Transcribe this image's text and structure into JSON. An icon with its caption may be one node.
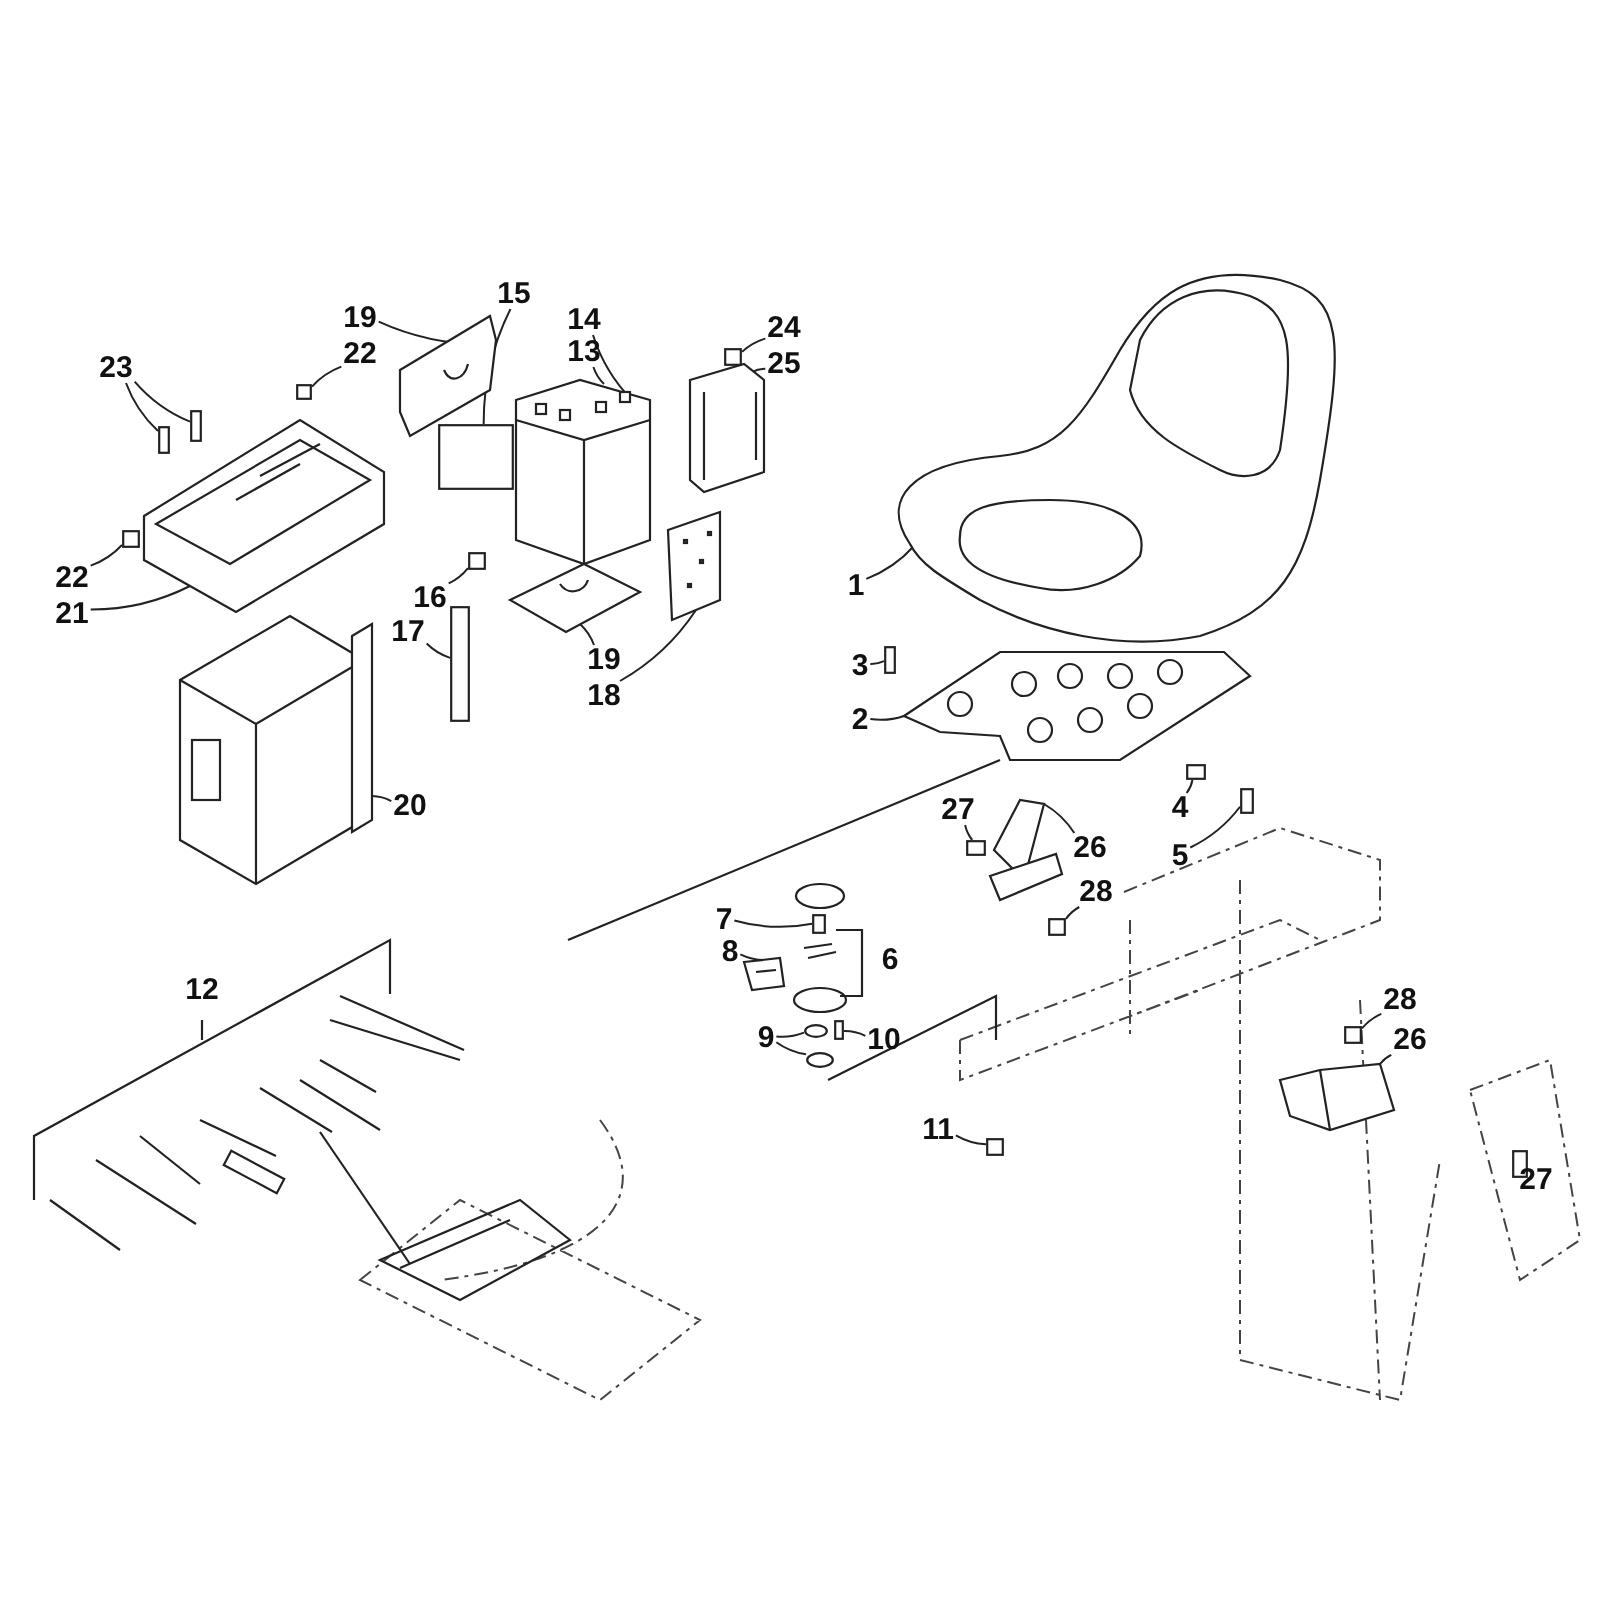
{
  "diagram": {
    "nodes": [
      {
        "text": [
          "15"
        ]
      },
      {
        "text": [
          "19"
        ]
      },
      {
        "text": [
          "24"
        ]
      },
      {
        "text": [
          "14"
        ]
      },
      {
        "text": [
          "22"
        ]
      },
      {
        "text": [
          "23"
        ]
      },
      {
        "text": [
          "25"
        ]
      },
      {
        "text": [
          "13"
        ]
      },
      {
        "text": [
          "22"
        ]
      },
      {
        "text": [
          "1"
        ]
      },
      {
        "text": [
          "16"
        ]
      },
      {
        "text": [
          "17"
        ]
      },
      {
        "text": [
          "21"
        ]
      },
      {
        "text": [
          "19"
        ]
      },
      {
        "text": [
          "3"
        ]
      },
      {
        "text": [
          "18"
        ]
      },
      {
        "text": [
          "2"
        ]
      },
      {
        "text": [
          "4"
        ]
      },
      {
        "text": [
          "20"
        ]
      },
      {
        "text": [
          "5"
        ]
      },
      {
        "text": [
          "27"
        ]
      },
      {
        "text": [
          "26"
        ]
      },
      {
        "text": [
          "28"
        ]
      },
      {
        "text": [
          "7"
        ]
      },
      {
        "text": [
          "8"
        ]
      },
      {
        "text": [
          "6"
        ]
      },
      {
        "text": [
          "12"
        ]
      },
      {
        "text": [
          "28"
        ]
      },
      {
        "text": [
          "9"
        ]
      },
      {
        "text": [
          "10"
        ]
      },
      {
        "text": [
          "26"
        ]
      },
      {
        "text": [
          "11"
        ]
      },
      {
        "text": [
          "27"
        ]
      },
      {
        "text": [],
        "shape": "picture"
      },
      {
        "text": [],
        "shape": "box"
      },
      {
        "text": [],
        "shape": "picture"
      },
      {
        "text": [],
        "shape": "box"
      },
      {
        "text": [],
        "shape": "picture"
      },
      {
        "text": [],
        "shape": "box"
      },
      {
        "text": [],
        "shape": "box"
      },
      {
        "text": [],
        "shape": "box"
      },
      {
        "text": [],
        "shape": "picture"
      },
      {
        "text": [],
        "shape": "box"
      },
      {
        "text": [],
        "shape": "box"
      },
      {
        "text": [],
        "shape": "box"
      },
      {
        "text": [],
        "shape": "picture"
      },
      {
        "text": [],
        "shape": "picture"
      },
      {
        "text": [],
        "shape": "picture"
      },
      {
        "text": [],
        "shape": "box"
      },
      {
        "text": [],
        "shape": "picture"
      },
      {
        "text": [],
        "shape": "box"
      },
      {
        "text": [],
        "shape": "box"
      },
      {
        "text": [],
        "shape": "picture"
      },
      {
        "text": [],
        "shape": "box"
      },
      {
        "text": [],
        "shape": "picture"
      },
      {
        "text": [],
        "shape": "box"
      },
      {
        "text": [],
        "shape": "box"
      },
      {
        "text": [],
        "shape": "picture"
      },
      {
        "text": [],
        "shape": "circle"
      },
      {
        "text": [],
        "shape": "circle"
      },
      {
        "text": [],
        "shape": "box"
      },
      {
        "text": [],
        "shape": "box"
      },
      {
        "text": [],
        "shape": "box"
      },
      {
        "text": [],
        "shape": "picture"
      },
      {
        "text": [],
        "shape": "box"
      }
    ],
    "edges": [
      {
        "from": 0,
        "to": 34,
        "arrow": "none"
      },
      {
        "from": 1,
        "to": 33,
        "arrow": "none"
      },
      {
        "from": 2,
        "to": 36,
        "arrow": "none"
      },
      {
        "from": 3,
        "to": 35,
        "arrow": "none"
      },
      {
        "from": 4,
        "to": 38,
        "arrow": "none"
      },
      {
        "from": 5,
        "to": 39,
        "arrow": "none"
      },
      {
        "from": 5,
        "to": 40,
        "arrow": "none"
      },
      {
        "from": 6,
        "to": 37,
        "arrow": "none"
      },
      {
        "from": 7,
        "to": 35,
        "arrow": "none"
      },
      {
        "from": 8,
        "to": 42,
        "arrow": "none"
      },
      {
        "from": 9,
        "to": 47,
        "arrow": "none"
      },
      {
        "from": 10,
        "to": 43,
        "arrow": "none"
      },
      {
        "from": 11,
        "to": 44,
        "arrow": "none"
      },
      {
        "from": 12,
        "to": 41,
        "arrow": "none"
      },
      {
        "from": 13,
        "to": 45,
        "arrow": "none"
      },
      {
        "from": 14,
        "to": 48,
        "arrow": "none"
      },
      {
        "from": 15,
        "to": 46,
        "arrow": "none"
      },
      {
        "from": 16,
        "to": 49,
        "arrow": "none"
      },
      {
        "from": 17,
        "to": 50,
        "arrow": "none"
      },
      {
        "from": 18,
        "to": 52,
        "arrow": "none"
      },
      {
        "from": 19,
        "to": 51,
        "arrow": "none"
      },
      {
        "from": 20,
        "to": 53,
        "arrow": "none"
      },
      {
        "from": 21,
        "to": 54,
        "arrow": "none"
      },
      {
        "from": 22,
        "to": 55,
        "arrow": "none"
      },
      {
        "from": 23,
        "to": 56,
        "arrow": "none"
      },
      {
        "from": 24,
        "to": 57,
        "arrow": "none"
      },
      {
        "from": 28,
        "to": 58,
        "arrow": "none"
      },
      {
        "from": 28,
        "to": 59,
        "arrow": "none"
      },
      {
        "from": 29,
        "to": 60,
        "arrow": "none"
      },
      {
        "from": 27,
        "to": 62,
        "arrow": "none"
      },
      {
        "from": 30,
        "to": 63,
        "arrow": "none"
      },
      {
        "from": 31,
        "to": 61,
        "arrow": "none"
      },
      {
        "from": 32,
        "to": 64,
        "arrow": "none"
      }
    ]
  }
}
